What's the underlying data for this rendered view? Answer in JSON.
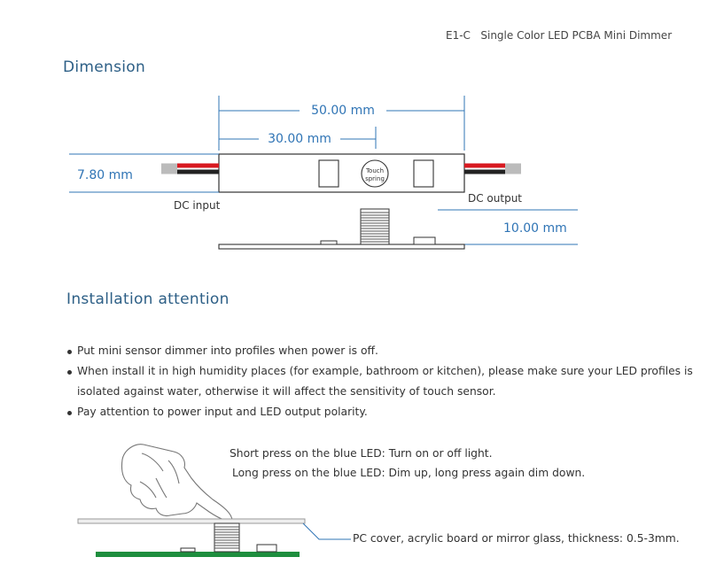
{
  "header": {
    "title": "E1-C   Single Color LED PCBA Mini Dimmer"
  },
  "dimension": {
    "title": "Dimension",
    "total_length": "50.00 mm",
    "touch_offset": "30.00 mm",
    "height": "7.80 mm",
    "board_height": "10.00 mm",
    "dc_input": "DC input",
    "dc_output": "DC output",
    "touch_line1": "Touch",
    "touch_line2": "spring"
  },
  "installation": {
    "title": "Installation attention",
    "bullets": [
      {
        "text": "Put mini sensor dimmer into profiles when power is off."
      },
      {
        "text": "When install it in high humidity places (for example, bathroom or kitchen), please make sure your LED profiles is",
        "cont": "isolated against water, otherwise it will affect the sensitivity of touch sensor."
      },
      {
        "text": "Pay attention to power input and LED output polarity."
      }
    ],
    "short_press": "Short press on the blue LED: Turn on or off light.",
    "long_press": "Long press on the blue LED: Dim up, long press again dim down.",
    "cover_note": "PC cover, acrylic board or mirror glass, thickness: 0.5-3mm."
  },
  "colors": {
    "title_blue": "#2d5f86",
    "dim_blue": "#2f74b5",
    "wire_red": "#d71920",
    "pcb_green": "#1e8e3e"
  }
}
